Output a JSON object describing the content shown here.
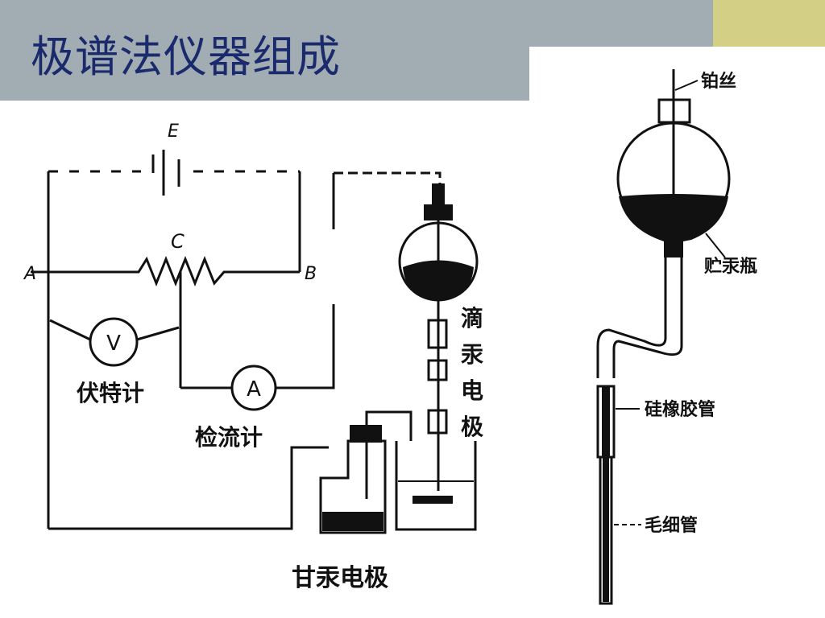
{
  "slide": {
    "title": "极谱法仪器组成",
    "colors": {
      "title_bar": "#a2adb3",
      "accent": "#d3d086",
      "title_text": "#1a2a6c"
    }
  },
  "circuit": {
    "label_e": "E",
    "label_c": "C",
    "label_a": "A",
    "label_b": "B",
    "voltmeter_symbol": "V",
    "ammeter_symbol": "A",
    "voltmeter_label": "伏特计",
    "galvanometer_label": "检流计",
    "dme_label_chars": [
      "滴",
      "汞",
      "电",
      "极"
    ],
    "sce_label": "甘汞电极"
  },
  "electrode": {
    "platinum_wire": "铂丝",
    "mercury_reservoir": "贮汞瓶",
    "silicone_tube": "硅橡胶管",
    "capillary": "毛细管"
  }
}
